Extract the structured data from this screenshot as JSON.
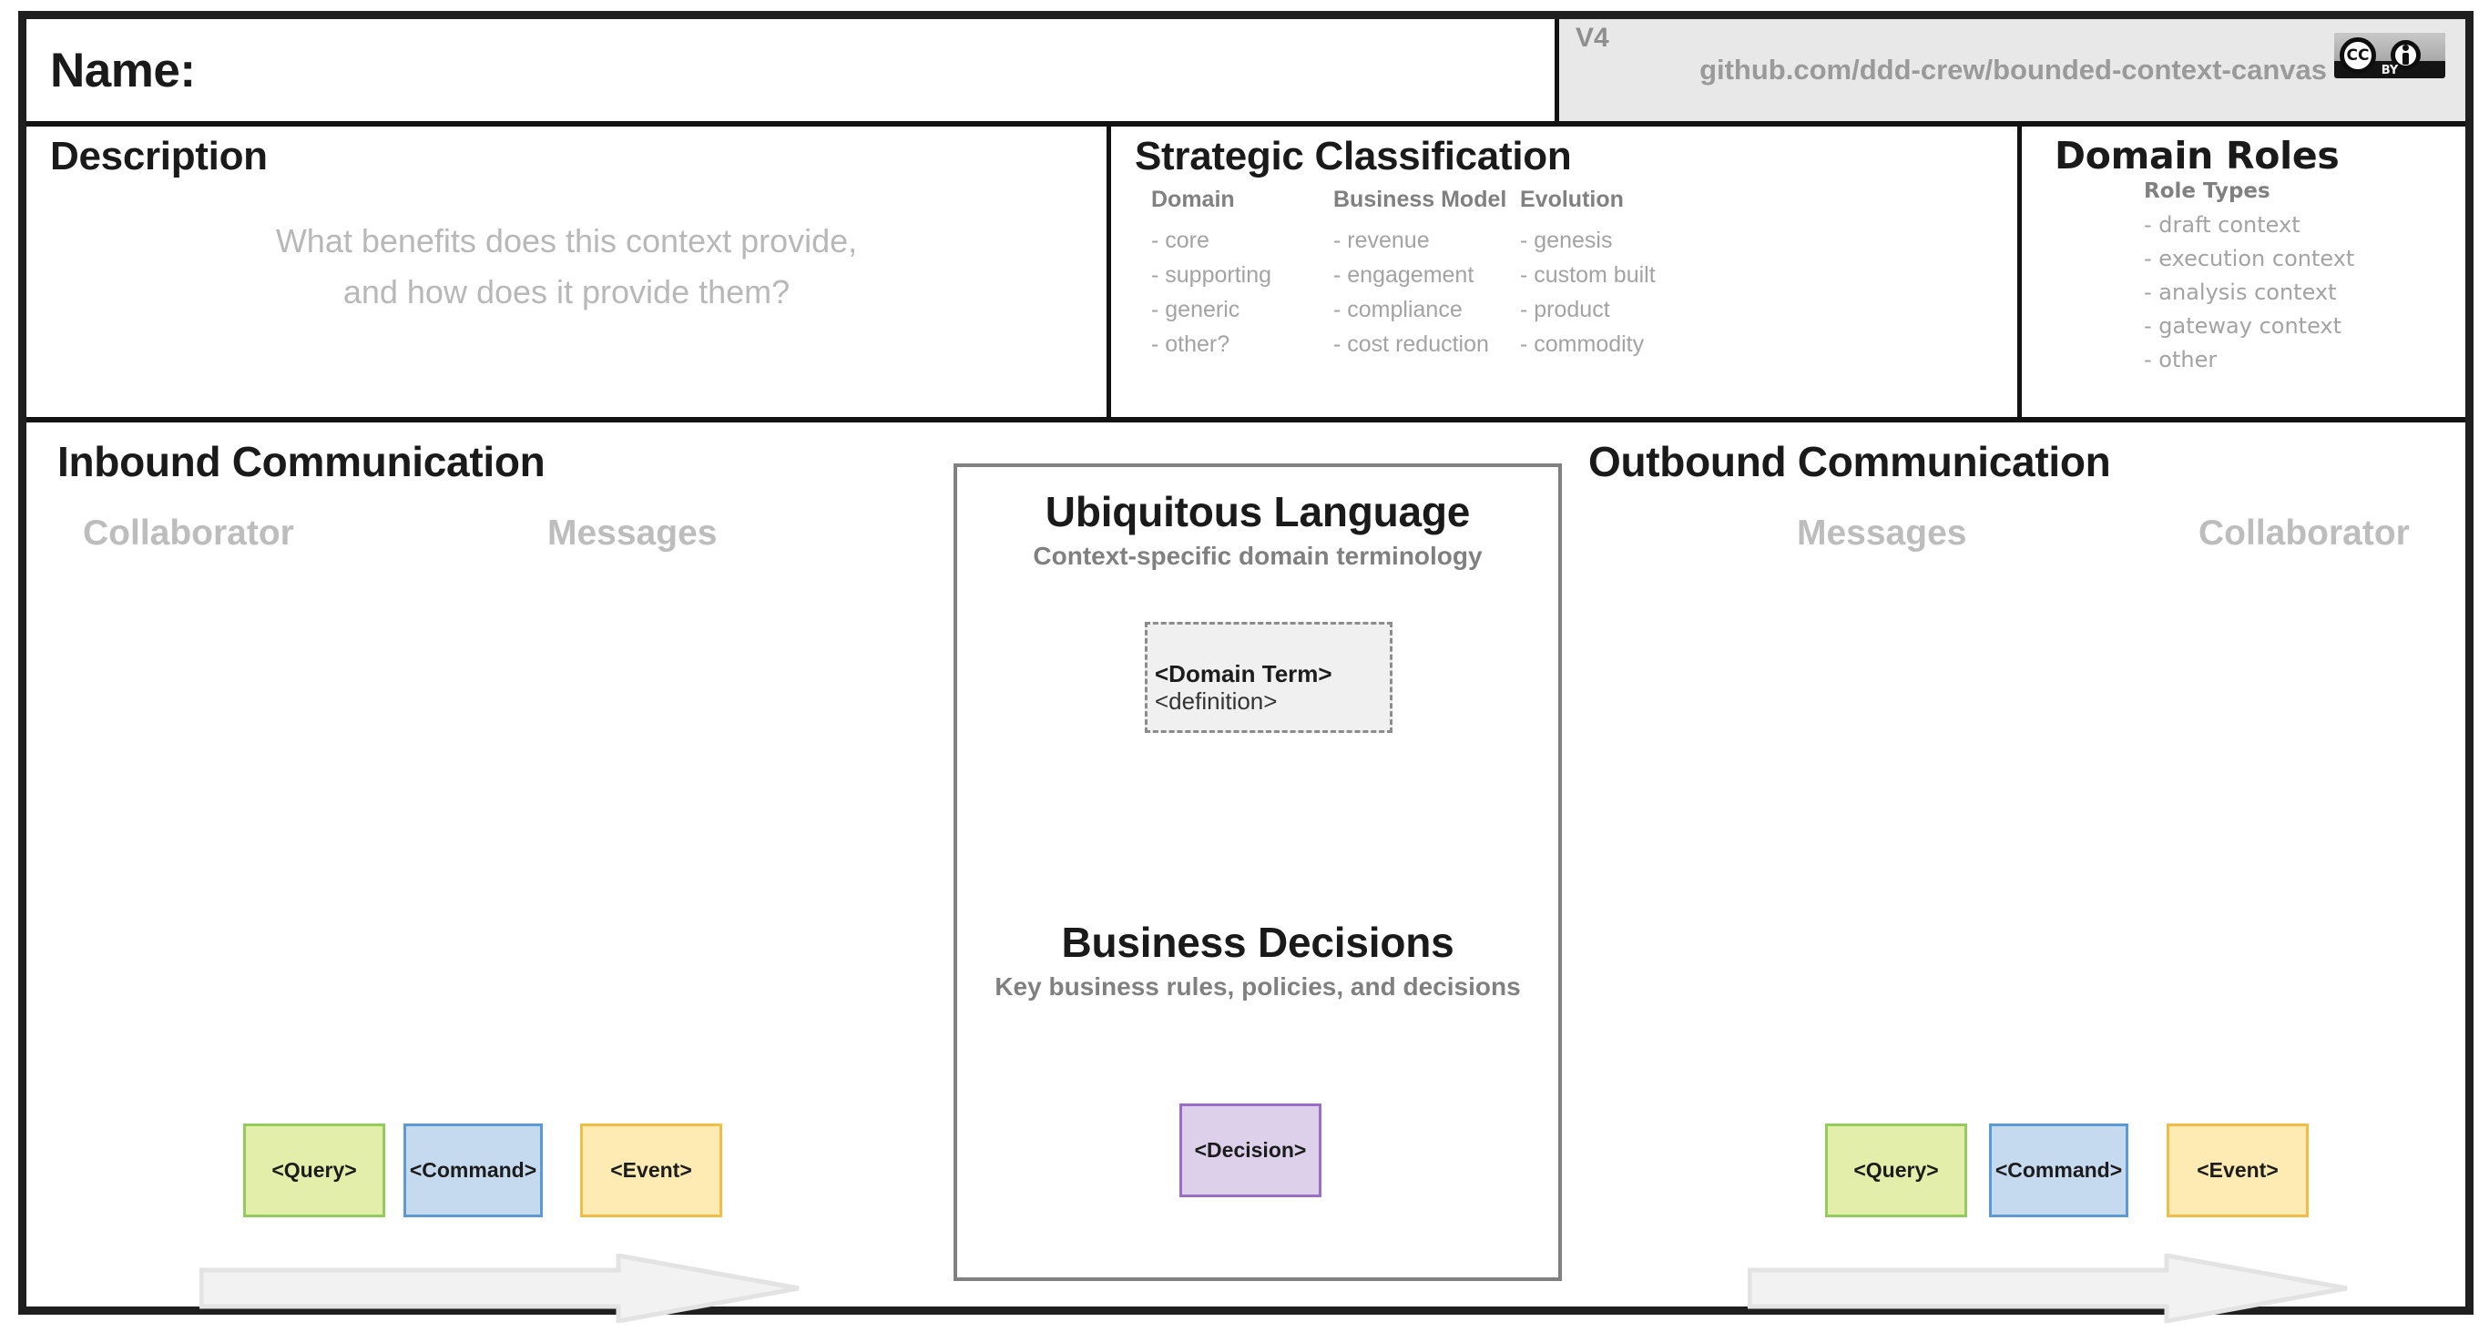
{
  "header": {
    "name_label": "Name:",
    "version": "V4",
    "url": "github.com/ddd-crew/bounded-context-canvas",
    "license_cc": "CC",
    "license_by": "BY"
  },
  "description": {
    "title": "Description",
    "placeholder_line1": "What benefits does this context provide,",
    "placeholder_line2": "and how does it provide them?"
  },
  "strategic": {
    "title": "Strategic Classification",
    "columns": [
      {
        "heading": "Domain",
        "items": [
          "- core",
          "- supporting",
          "- generic",
          "- other?"
        ]
      },
      {
        "heading": "Business Model",
        "items": [
          "- revenue",
          "- engagement",
          "- compliance",
          "- cost reduction"
        ]
      },
      {
        "heading": "Evolution",
        "items": [
          "- genesis",
          "- custom built",
          "- product",
          "- commodity"
        ]
      }
    ]
  },
  "domain_roles": {
    "title": "Domain Roles",
    "heading": "Role Types",
    "items": [
      "- draft context",
      "- execution context",
      "- analysis context",
      "- gateway context",
      "- other"
    ]
  },
  "inbound": {
    "title": "Inbound Communication",
    "col_left": "Collaborator",
    "col_right": "Messages",
    "chips": [
      "<Query>",
      "<Command>",
      "<Event>"
    ]
  },
  "outbound": {
    "title": "Outbound Communication",
    "col_left": "Messages",
    "col_right": "Collaborator",
    "chips": [
      "<Query>",
      "<Command>",
      "<Event>"
    ]
  },
  "ubiquitous_language": {
    "title": "Ubiquitous Language",
    "subtitle": "Context-specific domain terminology",
    "term_name": "<Domain Term>",
    "term_definition": "<definition>"
  },
  "business_decisions": {
    "title": "Business Decisions",
    "subtitle": "Key business rules, policies, and decisions",
    "decision_chip": "<Decision>"
  },
  "colors": {
    "frame": "#1f1f1f",
    "query_fill": "#e2eeaa",
    "query_border": "#93cc5c",
    "command_fill": "#c6daef",
    "command_border": "#5c9ad6",
    "event_fill": "#fdebb3",
    "event_border": "#f2bd45",
    "decision_fill": "#ddd0ea",
    "decision_border": "#9a6dc8",
    "arrow_fill": "#f2f2f2",
    "arrow_border": "#e3e3e3",
    "panel_border": "#808080",
    "muted_text": "#a3a3a3"
  }
}
